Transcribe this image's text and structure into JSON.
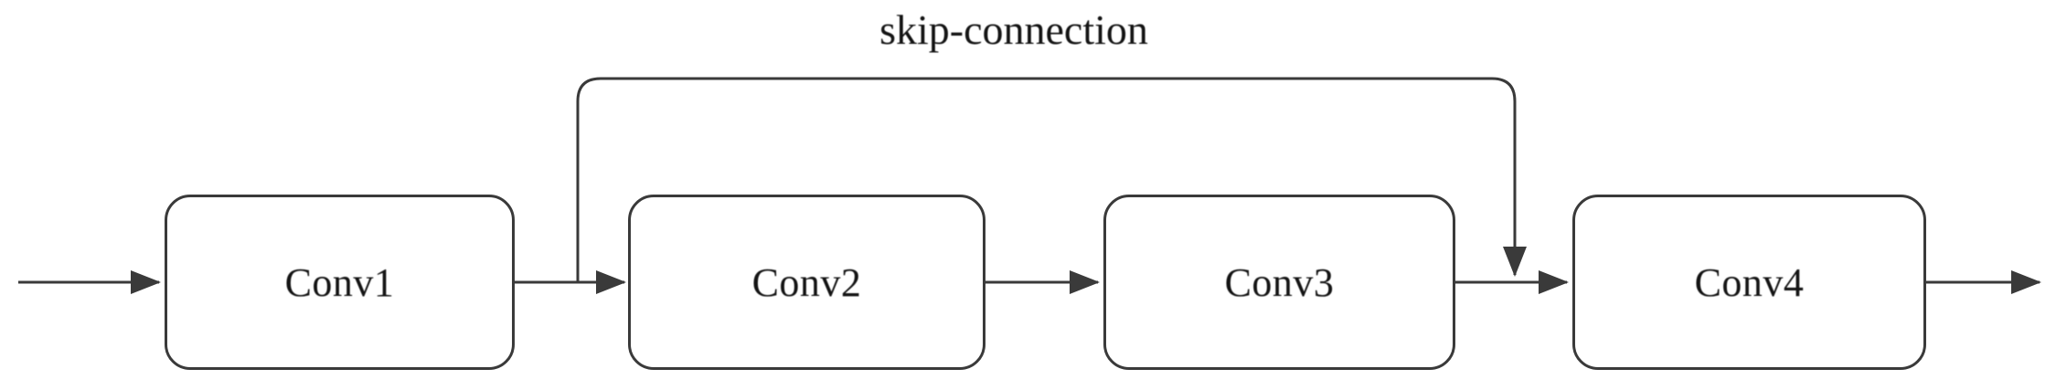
{
  "diagram": {
    "skip_label": "skip-connection",
    "nodes": [
      {
        "id": "conv1",
        "label": "Conv1"
      },
      {
        "id": "conv2",
        "label": "Conv2"
      },
      {
        "id": "conv3",
        "label": "Conv3"
      },
      {
        "id": "conv4",
        "label": "Conv4"
      }
    ],
    "edges": [
      {
        "from": "input",
        "to": "Conv1",
        "type": "arrow"
      },
      {
        "from": "Conv1",
        "to": "Conv2",
        "type": "arrow"
      },
      {
        "from": "Conv2",
        "to": "Conv3",
        "type": "arrow"
      },
      {
        "from": "Conv3",
        "to": "Conv4",
        "type": "arrow"
      },
      {
        "from": "Conv4",
        "to": "output",
        "type": "arrow"
      },
      {
        "from": "Conv1",
        "to": "Conv4",
        "type": "skip-arrow",
        "label": "skip-connection"
      }
    ],
    "colors": {
      "stroke": "#3a3a3a",
      "node_fill": "#ffffff",
      "text": "#141414",
      "background": "#ffffff"
    }
  }
}
